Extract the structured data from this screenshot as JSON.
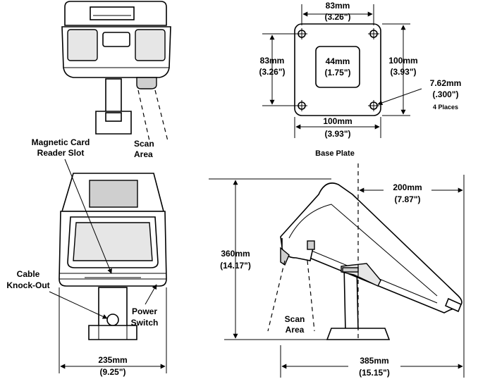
{
  "base_plate": {
    "title": "Base Plate",
    "top_width": "83mm",
    "top_width_in": "(3.26\")",
    "left_height": "83mm",
    "left_height_in": "(3.26\")",
    "inner_size": "44mm",
    "inner_size_in": "(1.75\")",
    "right_height": "100mm",
    "right_height_in": "(3.93\")",
    "bottom_width": "100mm",
    "bottom_width_in": "(3.93\")",
    "hole_size": "7.62mm",
    "hole_size_in": "(.300\")",
    "hole_count": "4 Places"
  },
  "top_view": {
    "scan_area_line1": "Scan",
    "scan_area_line2": "Area"
  },
  "front_view": {
    "card_reader_line1": "Magnetic Card",
    "card_reader_line2": "Reader Slot",
    "knockout_line1": "Cable",
    "knockout_line2": "Knock-Out",
    "power_line1": "Power",
    "power_line2": "Switch",
    "width": "235mm",
    "width_in": "(9.25\")"
  },
  "side_view": {
    "height": "360mm",
    "height_in": "(14.17\")",
    "offset": "200mm",
    "offset_in": "(7.87\")",
    "depth": "385mm",
    "depth_in": "(15.15\")",
    "scan_area_line1": "Scan",
    "scan_area_line2": "Area"
  }
}
